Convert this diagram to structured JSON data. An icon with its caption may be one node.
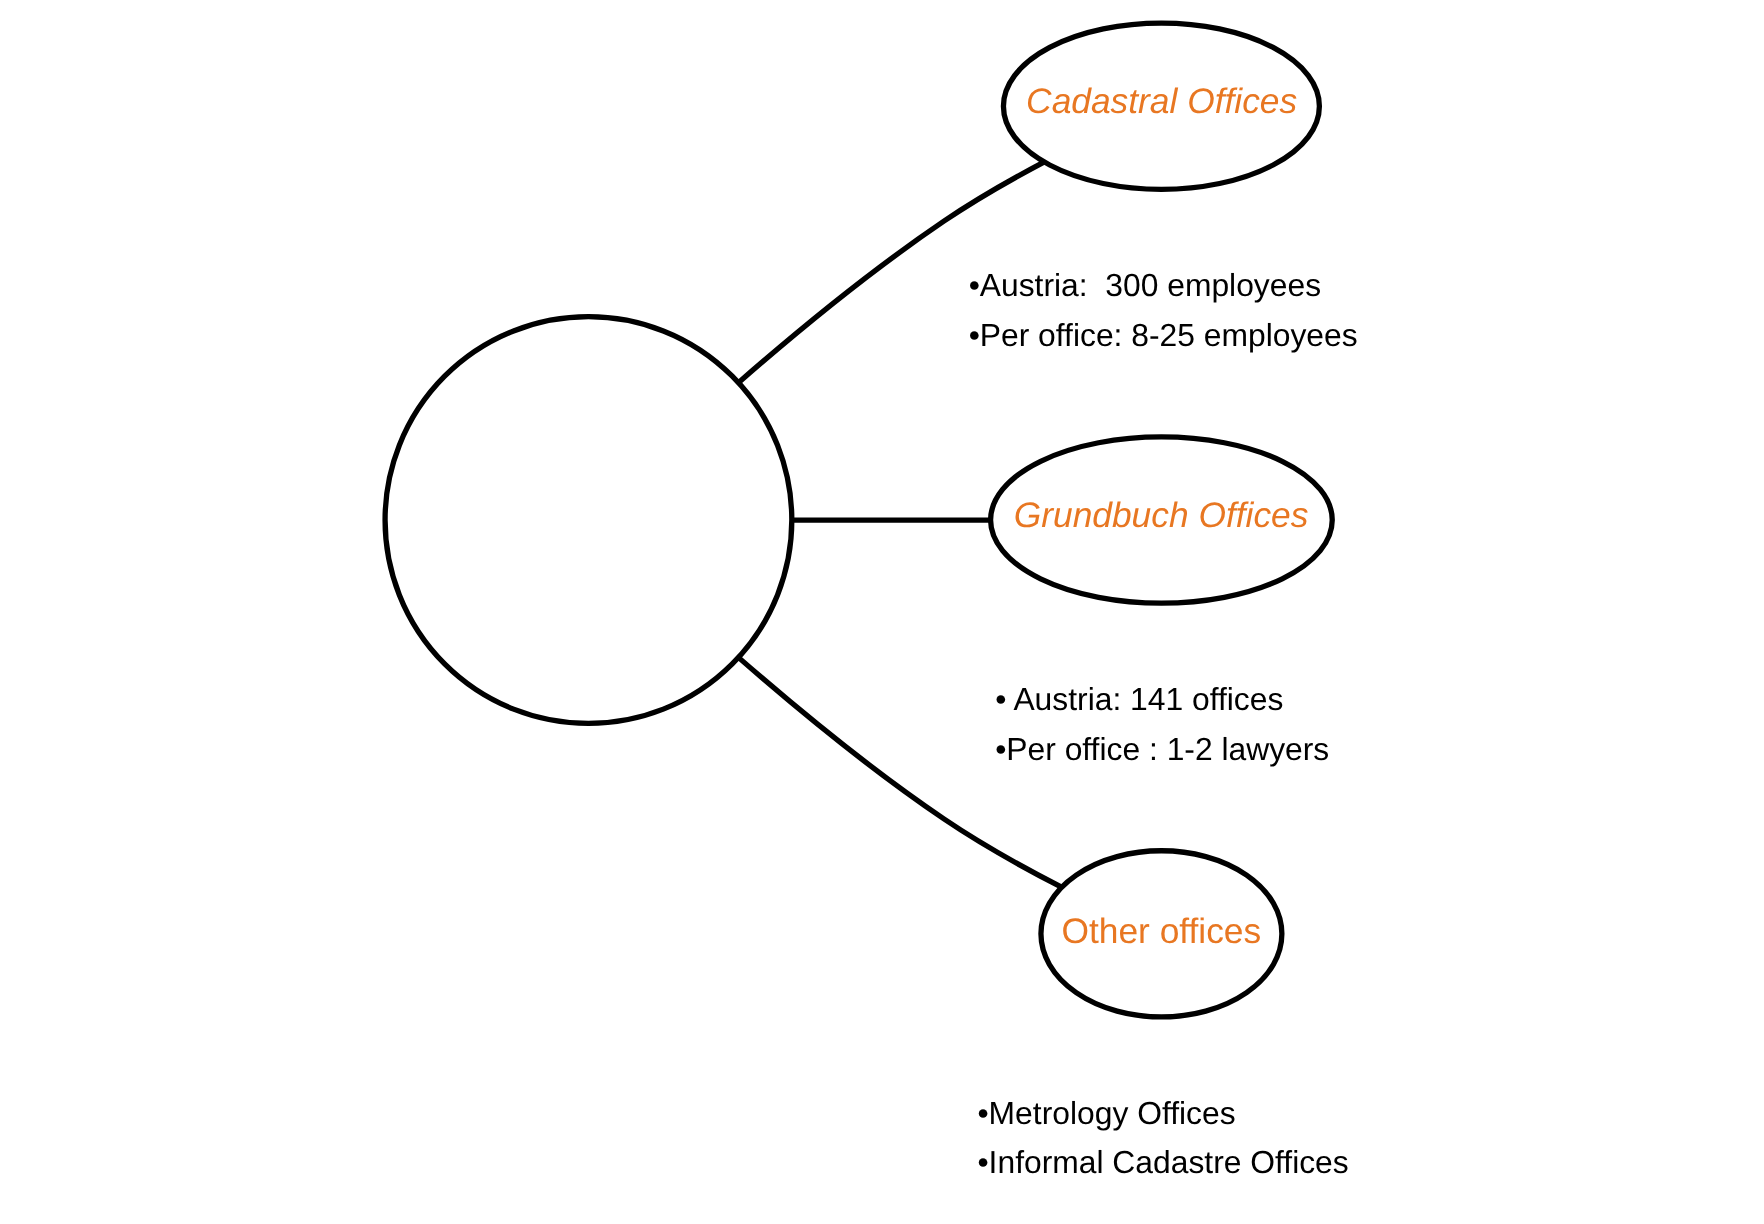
{
  "diagram": {
    "nodes": [
      {
        "text": [],
        "shape": "circle"
      },
      {
        "text": [
          "Cadastral Offices"
        ],
        "beside": [
          "•Austria:  300 employees",
          "•Per office: 8-25 employees"
        ]
      },
      {
        "text": [
          "Grundbuch Offices"
        ],
        "beside": [
          "• Austria: 141 offices",
          "•Per office : 1-2 lawyers"
        ]
      },
      {
        "text": [
          "Other offices"
        ],
        "beside": [
          "•Metrology Offices",
          "•Informal Cadastre Offices"
        ]
      }
    ],
    "edges": [
      {
        "from": 0,
        "to": 1,
        "arrow": "none"
      },
      {
        "from": 0,
        "to": 2,
        "arrow": "none"
      },
      {
        "from": 0,
        "to": 3,
        "arrow": "none"
      }
    ]
  }
}
